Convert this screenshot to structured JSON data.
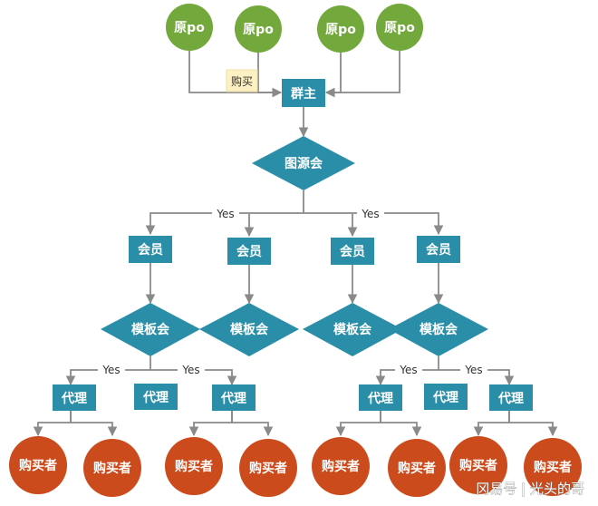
{
  "colors": {
    "green": "#72a83c",
    "teal": "#2a8ea8",
    "orange": "#cc4b1c",
    "note": "#fdf0c2",
    "edge": "#8a8a8a"
  },
  "sources": [
    {
      "label": "原po"
    },
    {
      "label": "原po"
    },
    {
      "label": "原po"
    },
    {
      "label": "原po"
    }
  ],
  "buy_note": "购买",
  "group_owner": "群主",
  "image_source_group": "图源会",
  "yes_label": "Yes",
  "members": [
    "会员",
    "会员",
    "会员",
    "会员"
  ],
  "templates": [
    "模板会",
    "模板会",
    "模板会",
    "模板会"
  ],
  "agents": [
    "代理",
    "代理",
    "代理",
    "代理",
    "代理",
    "代理"
  ],
  "buyers": [
    "购买者",
    "购买者",
    "购买者",
    "购买者",
    "购买者",
    "购买者",
    "购买者",
    "购买者"
  ],
  "watermark": "冈易号 | 光头的哥"
}
